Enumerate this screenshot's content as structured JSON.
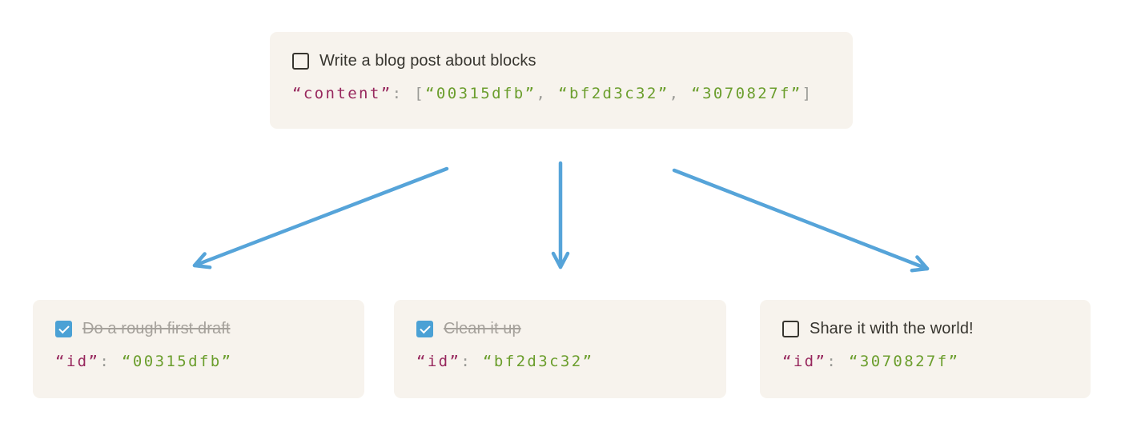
{
  "colors": {
    "card_bg": "#f7f3ed",
    "text_dark": "#37352f",
    "text_done": "#a5a19b",
    "checkbox_blue": "#4ba1d5",
    "arrow_blue": "#56a4d9",
    "code_key": "#97275d",
    "code_punct": "#9a9a96",
    "code_value": "#6b9e2d"
  },
  "icons": {
    "checkbox_unchecked": "empty-square",
    "checkbox_checked": "blue-square-white-check",
    "arrow": "blue-open-v-arrowhead"
  },
  "parent_block": {
    "checked": false,
    "title": "Write a blog post about blocks",
    "code": {
      "key": "“content”",
      "colon": ": ",
      "open": "[",
      "values": [
        "“00315dfb”",
        "“bf2d3c32”",
        "“3070827f”"
      ],
      "comma": ", ",
      "close": "]"
    }
  },
  "child_blocks": [
    {
      "checked": true,
      "title": "Do a rough first draft",
      "code": {
        "key": "“id”",
        "colon": ": ",
        "value": "“00315dfb”"
      }
    },
    {
      "checked": true,
      "title": "Clean it up",
      "code": {
        "key": "“id”",
        "colon": ": ",
        "value": "“bf2d3c32”"
      }
    },
    {
      "checked": false,
      "title": "Share it with the world!",
      "code": {
        "key": "“id”",
        "colon": ": ",
        "value": "“3070827f”"
      }
    }
  ]
}
